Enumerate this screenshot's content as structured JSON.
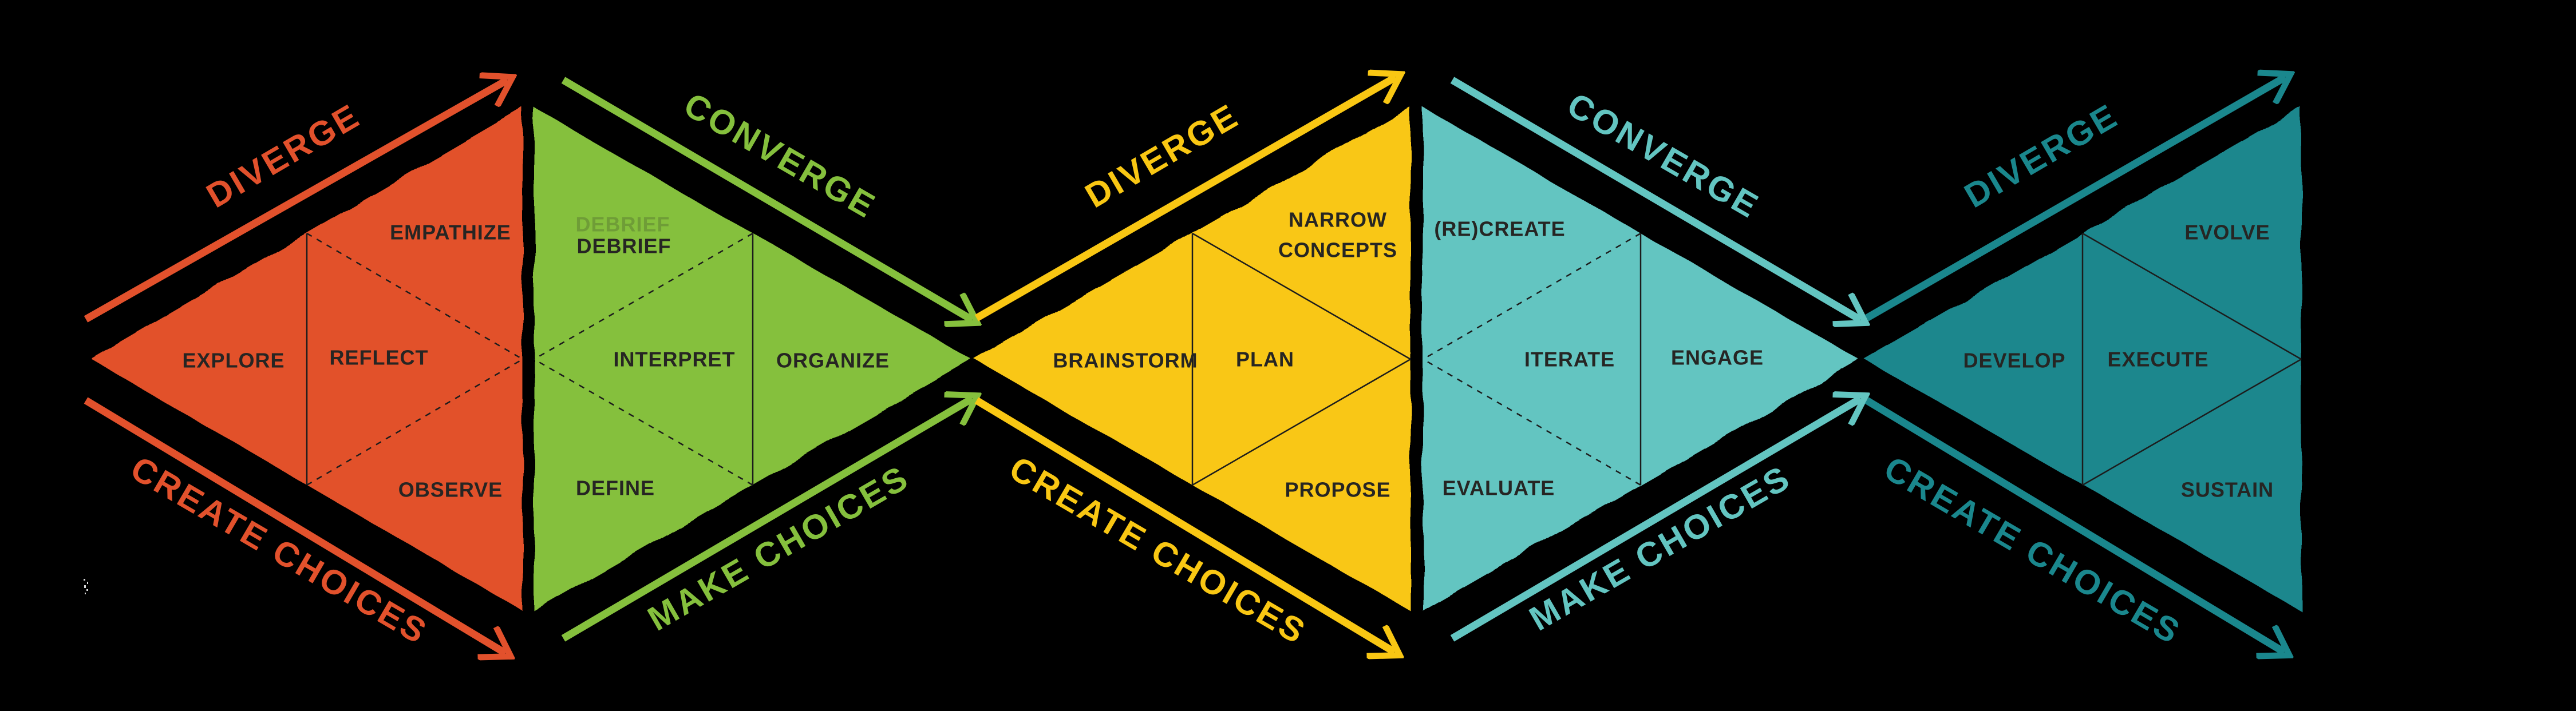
{
  "diagram": {
    "name": "design-process-double-diamond",
    "background": "#000000",
    "section_label_color": "#262523"
  },
  "triangles": [
    {
      "name": "empathize-phase",
      "shape": "diverging",
      "color": "#E2512C",
      "edge_top": "DIVERGE",
      "edge_bottom": "CREATE CHOICES",
      "sections": {
        "left": "EXPLORE",
        "top": "EMPATHIZE",
        "center": "REFLECT",
        "bottom": "OBSERVE"
      }
    },
    {
      "name": "interpret-phase",
      "shape": "converging",
      "color": "#85C03D",
      "edge_top": "CONVERGE",
      "edge_bottom": "MAKE CHOICES",
      "sections": {
        "top": "DEBRIEF",
        "center": "INTERPRET",
        "right": "ORGANIZE",
        "bottom": "DEFINE"
      },
      "ghost_label": "DEBRIEF"
    },
    {
      "name": "ideate-phase",
      "shape": "diverging",
      "color": "#F9C713",
      "edge_top": "DIVERGE",
      "edge_bottom": "CREATE CHOICES",
      "sections": {
        "left": "BRAINSTORM",
        "top_line1": "NARROW",
        "top_line2": "CONCEPTS",
        "center": "PLAN",
        "bottom": "PROPOSE"
      }
    },
    {
      "name": "iterate-phase",
      "shape": "converging",
      "color": "#63C5C1",
      "edge_top": "CONVERGE",
      "edge_bottom": "MAKE CHOICES",
      "sections": {
        "top": "(RE)CREATE",
        "center": "ITERATE",
        "right": "ENGAGE",
        "bottom": "EVALUATE"
      }
    },
    {
      "name": "deliver-phase",
      "shape": "diverging",
      "color": "#1A878D",
      "edge_top": "DIVERGE",
      "edge_bottom": "CREATE CHOICES",
      "sections": {
        "left": "DEVELOP",
        "top": "EVOLVE",
        "center": "EXECUTE",
        "bottom": "SUSTAIN"
      }
    }
  ]
}
